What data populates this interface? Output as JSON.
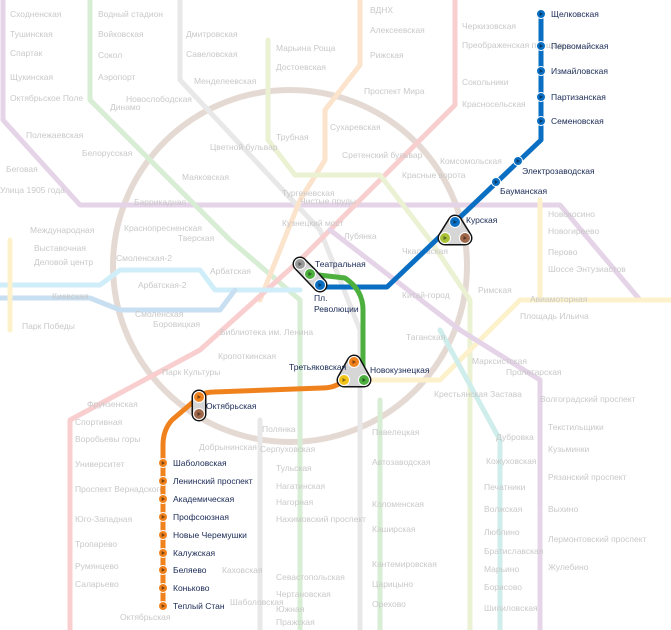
{
  "colors": {
    "blue_line": "#0a6fc2",
    "green_line": "#4caf3e",
    "orange_line": "#f0821e",
    "brown_node": "#a0684a",
    "yellow_node": "#f2c419",
    "lime_node": "#a8c23a",
    "grey_node": "#9a9a9a"
  },
  "route": {
    "blue_stations": [
      "Щелковская",
      "Первомайская",
      "Измайловская",
      "Партизанская",
      "Семеновская",
      "Электрозаводская",
      "Бауманская"
    ],
    "kurskaya": "Курская",
    "teatralnaya": "Театральная",
    "pl_revolyutsii": [
      "Пл.",
      "Революции"
    ],
    "tretyakovskaya": "Третьяковская",
    "novokuznetskaya": "Новокузнецкая",
    "oktyabrskaya": "Октябрьская",
    "orange_stations": [
      "Шаболовская",
      "Ленинский проспект",
      "Академическая",
      "Профсоюзная",
      "Новые Черемушки",
      "Калужская",
      "Беляево",
      "Коньково",
      "Теплый Стан"
    ]
  },
  "background_labels": [
    "Сходненская",
    "Тушинская",
    "Спартак",
    "Щукинская",
    "Октябрьское Поле",
    "Полежаевская",
    "Беговая",
    "Улица 1905 года",
    "Водный стадион",
    "Войковская",
    "Сокол",
    "Аэропорт",
    "Динамо",
    "Белорусская",
    "Новослободская",
    "Менделеевская",
    "Дмитровская",
    "Савеловская",
    "Цветной бульвар",
    "Маяковская",
    "Марьина Роща",
    "Достоевская",
    "Трубная",
    "ВДНХ",
    "Алексеевская",
    "Рижская",
    "Проспект Мира",
    "Сухаревская",
    "Сретенский бульвар",
    "Комсомольская",
    "Красные ворота",
    "Черкизовская",
    "Преображенская площадь",
    "Сокольники",
    "Красносельская",
    "Тургеневская",
    "Чистые пруды",
    "Международная",
    "Выставочная",
    "Деловой центр",
    "Смоленская-2",
    "Киевская",
    "Арбатская-2",
    "Смоленская",
    "Боровицкая",
    "Арбатская",
    "Парк Победы",
    "Парк Культуры",
    "Кропоткинская",
    "Баррикадная",
    "Краснопресненская",
    "Тверская",
    "Кузнецкий мост",
    "Лубянка",
    "Китай-город",
    "Чкаловская",
    "Таганская",
    "Марксистская",
    "Крестьянская Застава",
    "Пролетарская",
    "Римская",
    "Библиотека им. Ленина",
    "Добрынинская",
    "Серпуховская",
    "Каховская",
    "Спортивная",
    "Воробьевы горы",
    "Университет",
    "Проспект Вернадского",
    "Юго-Западная",
    "Тропарево",
    "Румянцево",
    "Саларьево",
    "Фрунзенская",
    "Новогиреево",
    "Перово",
    "Шоссе Энтузиастов",
    "Авиамоторная",
    "Площадь Ильича",
    "Волгоградский проспект",
    "Текстильщики",
    "Кузьминки",
    "Рязанский проспект",
    "Выхино",
    "Лермонтовский проспект",
    "Жулебино",
    "Павелецкая",
    "Автозаводская",
    "Коломенская",
    "Каширская",
    "Кантемировская",
    "Царицыно",
    "Орехово",
    "Дубровка",
    "Кожуховская",
    "Печатники",
    "Волжская",
    "Люблино",
    "Братиславская",
    "Марьино",
    "Борисово",
    "Шипиловская",
    "Тульская",
    "Нагатинская",
    "Нагорная",
    "Нахимовский проспект",
    "Севастопольская",
    "Чертановская",
    "Южная",
    "Пражская",
    "Полянка",
    "Октябрьская",
    "Шаболовская",
    "Новокосино"
  ]
}
